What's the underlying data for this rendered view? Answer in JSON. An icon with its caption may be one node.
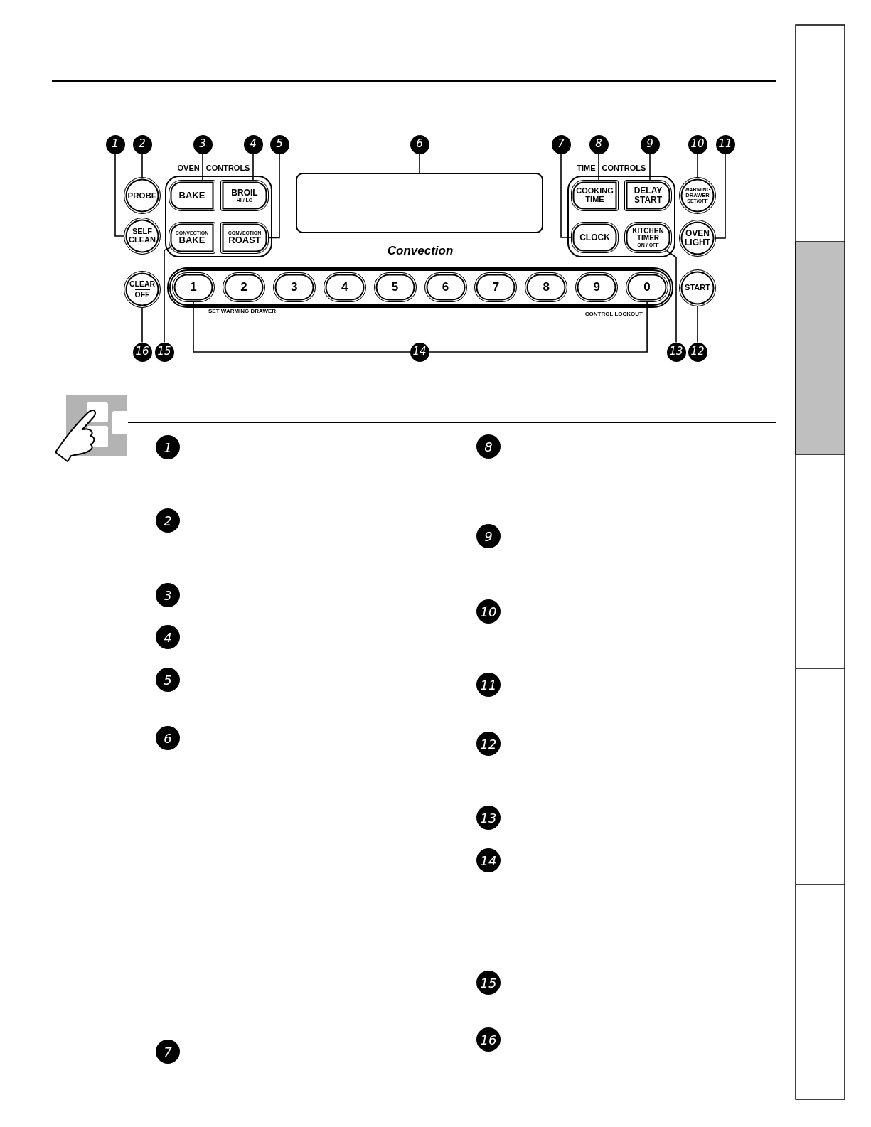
{
  "diagram": {
    "nodes": [
      {
        "text": [
          "1"
        ]
      },
      {
        "text": [
          "2"
        ]
      },
      {
        "text": [
          "3"
        ]
      },
      {
        "text": [
          "4"
        ]
      },
      {
        "text": [
          "5"
        ]
      },
      {
        "text": [
          "6"
        ]
      },
      {
        "text": [
          "7"
        ]
      },
      {
        "text": [
          "8"
        ]
      },
      {
        "text": [
          "9"
        ]
      },
      {
        "text": [
          "10"
        ]
      },
      {
        "text": [
          "11"
        ]
      },
      {
        "text": [
          "PROBE"
        ]
      },
      {
        "text": [
          "OVEN CONTROLS"
        ]
      },
      {
        "text": [
          "BAKE"
        ],
        "in": 12
      },
      {
        "text": [
          "BROIL",
          "HI / LO"
        ],
        "in": 12
      },
      {
        "text": [],
        "shape": "box"
      },
      {
        "text": [
          "TIME CONTROLS"
        ]
      },
      {
        "text": [
          "COOKING TIME"
        ],
        "in": 16
      },
      {
        "text": [
          "DELAY START"
        ],
        "in": 16
      },
      {
        "text": [
          "WARMING DRAWER",
          "SET/OFF"
        ]
      },
      {
        "text": [
          "SELF CLEAN"
        ]
      },
      {
        "text": [
          "CONVECTION",
          "BAKE"
        ],
        "in": 12
      },
      {
        "text": [
          "CONVECTION",
          "ROAST"
        ],
        "in": 12
      },
      {
        "text": [
          "CLOCK"
        ],
        "in": 16
      },
      {
        "text": [
          "KITCHEN TIMER",
          "ON / OFF"
        ],
        "in": 16
      },
      {
        "text": [
          "OVEN LIGHT"
        ]
      },
      {
        "text": [
          "CLEAR",
          "OFF"
        ]
      },
      {
        "text": [],
        "shape": "box"
      },
      {
        "text": [
          "1"
        ],
        "in": 27
      },
      {
        "text": [
          "2"
        ],
        "in": 27
      },
      {
        "text": [
          "3"
        ],
        "in": 27
      },
      {
        "text": [
          "4"
        ],
        "in": 27
      },
      {
        "text": [
          "5"
        ],
        "in": 27
      },
      {
        "text": [
          "6"
        ],
        "in": 27
      },
      {
        "text": [
          "7"
        ],
        "in": 27
      },
      {
        "text": [
          "8"
        ],
        "in": 27
      },
      {
        "text": [
          "9"
        ],
        "in": 27
      },
      {
        "text": [
          "0"
        ],
        "in": 27
      },
      {
        "text": [
          "START"
        ]
      },
      {
        "text": [
          "16"
        ]
      },
      {
        "text": [
          "15"
        ]
      },
      {
        "text": [
          "14"
        ]
      },
      {
        "text": [
          "13"
        ]
      },
      {
        "text": [
          "12"
        ]
      }
    ],
    "edges": [
      {
        "from": 0,
        "to": 20,
        "arrow": "none"
      },
      {
        "from": 1,
        "to": 11,
        "arrow": "none"
      },
      {
        "from": 2,
        "to": 13,
        "arrow": "none"
      },
      {
        "from": 3,
        "to": 14,
        "arrow": "none"
      },
      {
        "from": 4,
        "to": 22,
        "arrow": "none"
      },
      {
        "from": 5,
        "to": 15,
        "arrow": "none"
      },
      {
        "from": 6,
        "to": 23,
        "arrow": "none"
      },
      {
        "from": 7,
        "to": 17,
        "arrow": "none"
      },
      {
        "from": 8,
        "to": 18,
        "arrow": "none"
      },
      {
        "from": 9,
        "to": 19,
        "arrow": "none"
      },
      {
        "from": 10,
        "to": 25,
        "arrow": "none"
      },
      {
        "from": 39,
        "to": 26,
        "arrow": "none"
      },
      {
        "from": 40,
        "to": 21,
        "arrow": "none"
      },
      {
        "from": 41,
        "to": 28,
        "arrow": "none"
      },
      {
        "from": 41,
        "to": 37,
        "arrow": "none"
      },
      {
        "from": 42,
        "to": 24,
        "arrow": "none"
      },
      {
        "from": 43,
        "to": 38,
        "arrow": "none"
      }
    ],
    "labels": [
      "Convection",
      "SET WARMING DRAWER",
      "CONTROL LOCKOUT",
      "1",
      "2",
      "3",
      "4",
      "5",
      "6",
      "7",
      "8",
      "9",
      "10",
      "11",
      "12",
      "13",
      "14",
      "15",
      "16"
    ]
  }
}
